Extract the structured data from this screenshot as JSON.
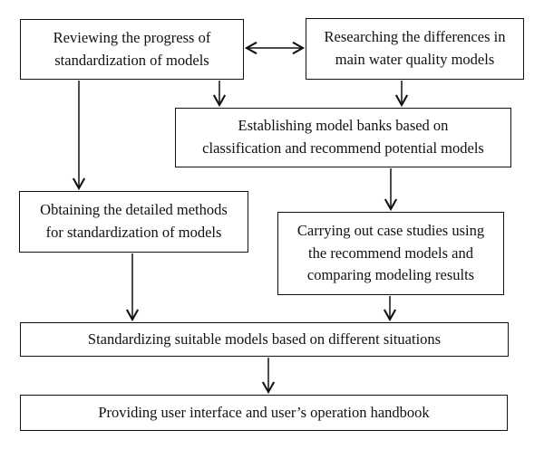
{
  "figure": {
    "background_color": "#ffffff",
    "line_color": "#111111",
    "boxes": [
      {
        "id": "reviewing",
        "label": "Reviewing the progress of\nstandardization of models"
      },
      {
        "id": "researching",
        "label": "Researching the differences in\nmain water quality models"
      },
      {
        "id": "establishing",
        "label": "Establishing model banks based on\nclassification and recommend potential models"
      },
      {
        "id": "obtaining",
        "label": "Obtaining the detailed methods\nfor standardization of models"
      },
      {
        "id": "case-studies",
        "label": "Carrying out case studies using\nthe recommend models and\ncomparing modeling results"
      },
      {
        "id": "standardizing",
        "label": "Standardizing suitable models based on different situations"
      },
      {
        "id": "providing",
        "label": "Providing user interface and user’s operation handbook"
      }
    ],
    "connections": [
      {
        "from": "reviewing",
        "to": "researching",
        "bidirectional": true
      },
      {
        "from": "reviewing",
        "to": "establishing",
        "bidirectional": false
      },
      {
        "from": "researching",
        "to": "establishing",
        "bidirectional": false
      },
      {
        "from": "reviewing",
        "to": "obtaining",
        "bidirectional": false
      },
      {
        "from": "establishing",
        "to": "case-studies",
        "bidirectional": false
      },
      {
        "from": "obtaining",
        "to": "standardizing",
        "bidirectional": false
      },
      {
        "from": "case-studies",
        "to": "standardizing",
        "bidirectional": false
      },
      {
        "from": "standardizing",
        "to": "providing",
        "bidirectional": false
      }
    ]
  }
}
